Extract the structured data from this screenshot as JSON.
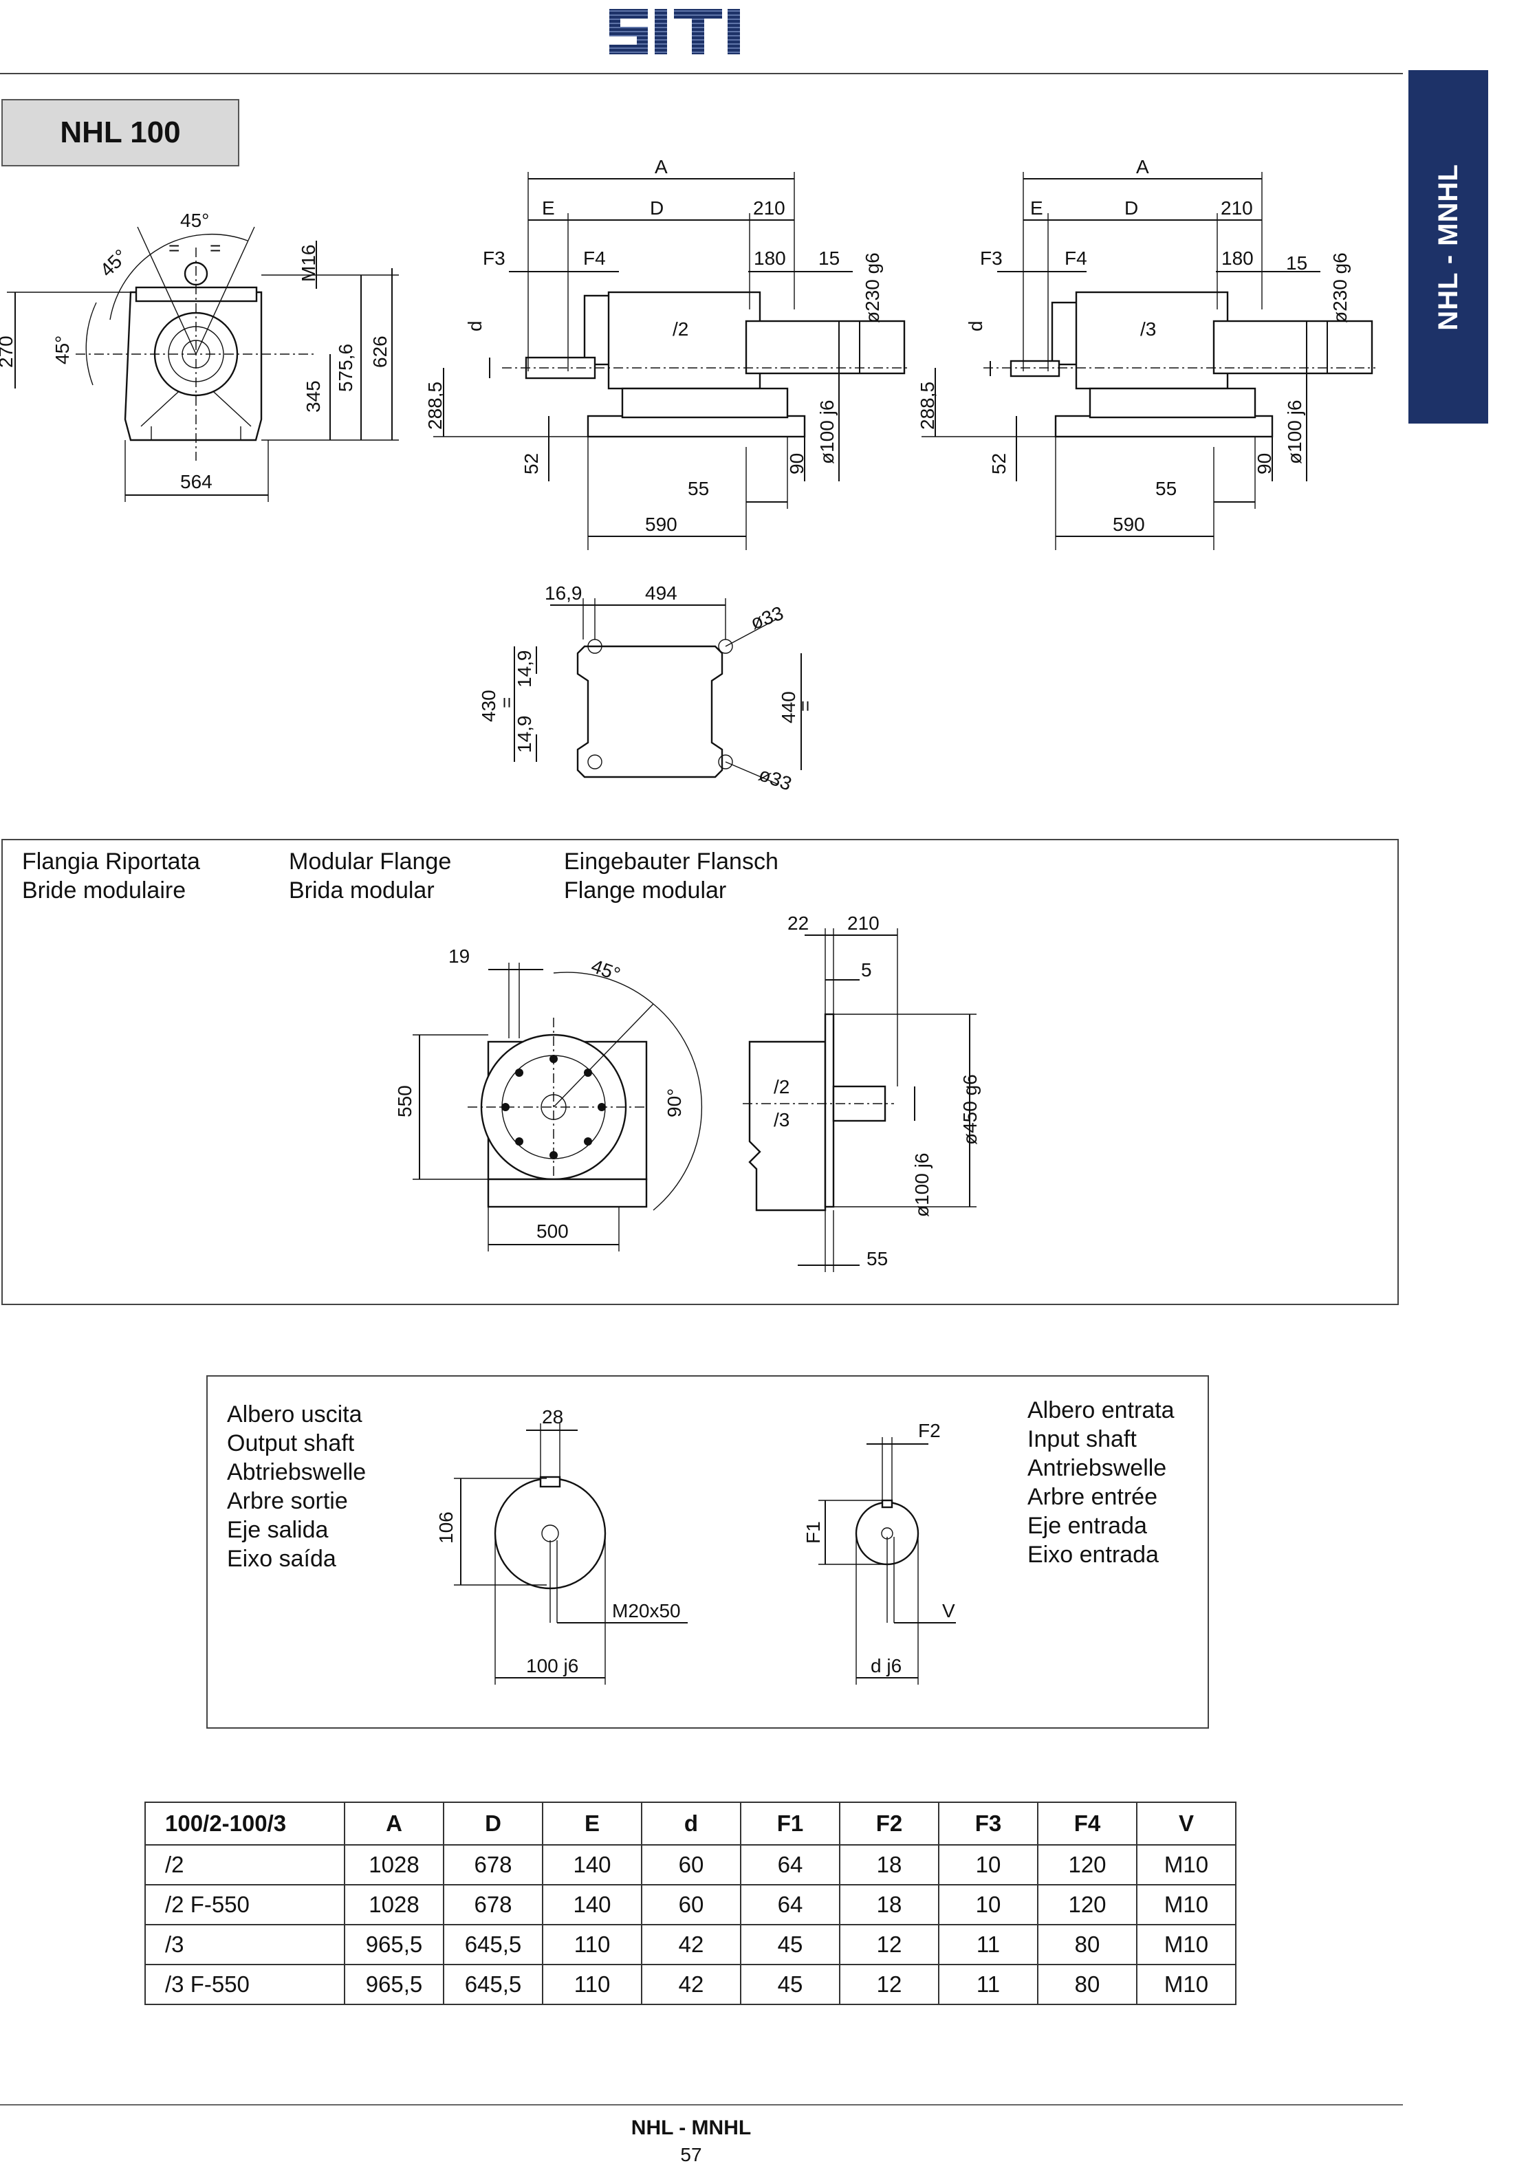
{
  "brand": {
    "logo": "SITI",
    "color": "#1d3268"
  },
  "side_tab": {
    "label": "NHL - MNHL",
    "color": "#1d3268"
  },
  "model": {
    "label": "NHL 100"
  },
  "front_view": {
    "angle_top": "45°",
    "angle_side": "45°",
    "thread": "M16",
    "eq1": "=",
    "eq2": "=",
    "dim_270": "270",
    "dim_345": "345",
    "dim_575": "575,6",
    "dim_626": "626",
    "dim_564": "564"
  },
  "side_view_2": {
    "A": "A",
    "E": "E",
    "D": "D",
    "dim_210": "210",
    "F3": "F3",
    "F4": "F4",
    "dim_180": "180",
    "dim_15": "15",
    "diam_230": "ø230 g6",
    "d": "d",
    "ratio": "/2",
    "dim_288": "288,5",
    "dim_52": "52",
    "dim_55": "55",
    "dim_90": "90",
    "diam_100": "ø100 j6",
    "dim_590": "590"
  },
  "side_view_3": {
    "A": "A",
    "E": "E",
    "D": "D",
    "dim_210": "210",
    "F3": "F3",
    "F4": "F4",
    "dim_180": "180",
    "dim_15": "15",
    "diam_230": "ø230 g6",
    "d": "d",
    "ratio": "/3",
    "dim_288": "288,5",
    "dim_52": "52",
    "dim_55": "55",
    "dim_90": "90",
    "diam_100": "ø100 j6",
    "dim_590": "590"
  },
  "foot_view": {
    "dim_169": "16,9",
    "dim_494": "494",
    "diam_33a": "ø33",
    "diam_33b": "ø33",
    "dim_430": "430",
    "dim_149a": "14,9",
    "dim_149b": "14,9",
    "dim_440": "440",
    "eq": "="
  },
  "flange": {
    "label_it": "Flangia Riportata",
    "label_fr": "Bride modulaire",
    "label_en": "Modular Flange",
    "label_es": "Brida modular",
    "label_de": "Eingebauter Flansch",
    "label_pt": "Flange modular",
    "dim_19": "19",
    "angle_45": "45°",
    "dim_550": "550",
    "angle_90": "90°",
    "dim_500": "500",
    "dim_22": "22",
    "dim_210": "210",
    "dim_5": "5",
    "ratio2": "/2",
    "ratio3": "/3",
    "diam_450": "ø450 g6",
    "diam_100": "ø100 j6",
    "dim_55": "55"
  },
  "shafts": {
    "output": [
      "Albero uscita",
      "Output shaft",
      "Abtriebswelle",
      "Arbre sortie",
      "Eje salida",
      "Eixo saída"
    ],
    "input": [
      "Albero entrata",
      "Input shaft",
      "Antriebswelle",
      "Arbre entrée",
      "Eje entrada",
      "Eixo entrada"
    ],
    "dim_28": "28",
    "dim_106": "106",
    "thread": "M20x50",
    "diam_100": "100 j6",
    "F2": "F2",
    "F1": "F1",
    "V": "V",
    "diam_d": "d j6"
  },
  "table": {
    "headers": [
      "100/2-100/3",
      "A",
      "D",
      "E",
      "d",
      "F1",
      "F2",
      "F3",
      "F4",
      "V"
    ],
    "rows": [
      [
        "/2",
        "1028",
        "678",
        "140",
        "60",
        "64",
        "18",
        "10",
        "120",
        "M10"
      ],
      [
        "/2 F-550",
        "1028",
        "678",
        "140",
        "60",
        "64",
        "18",
        "10",
        "120",
        "M10"
      ],
      [
        "/3",
        "965,5",
        "645,5",
        "110",
        "42",
        "45",
        "12",
        "11",
        "80",
        "M10"
      ],
      [
        "/3 F-550",
        "965,5",
        "645,5",
        "110",
        "42",
        "45",
        "12",
        "11",
        "80",
        "M10"
      ]
    ]
  },
  "footer": {
    "title": "NHL - MNHL",
    "page": "57"
  }
}
